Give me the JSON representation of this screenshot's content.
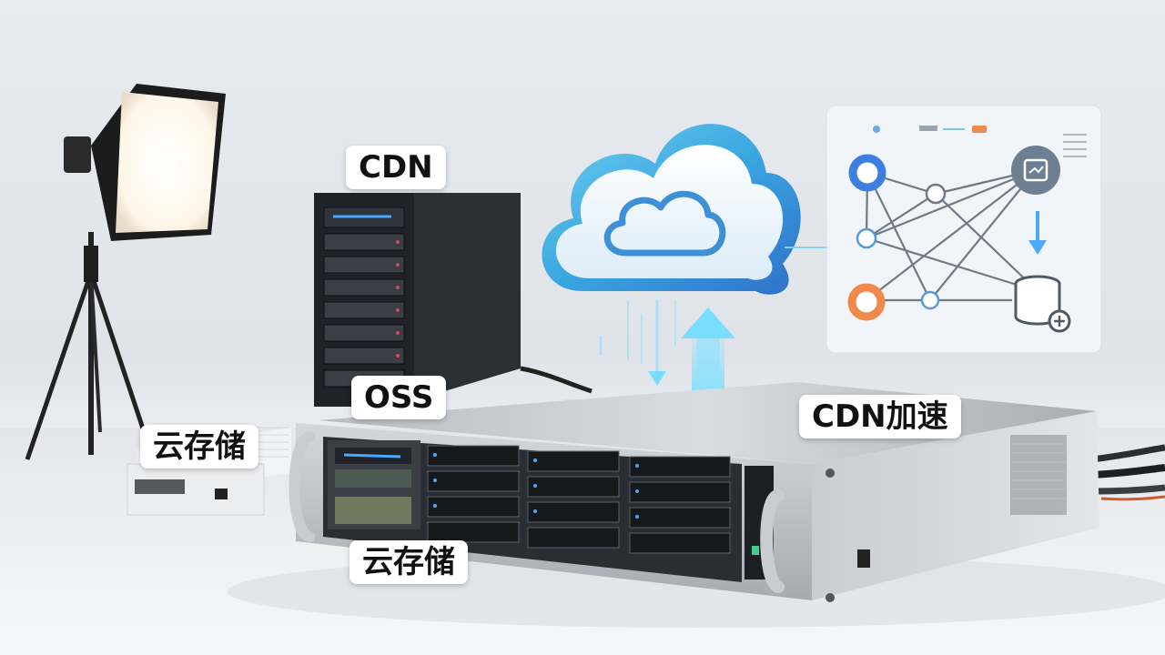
{
  "labels": {
    "cdn": "CDN",
    "oss": "OSS",
    "cdn_accel": "CDN加速",
    "cloud_storage_small": "云存储",
    "cloud_storage_bottom": "云存储"
  },
  "icons": [
    "cloud-icon",
    "softbox-light-icon",
    "server-tower-icon",
    "rack-server-icon",
    "database-icon",
    "network-diagram-icon"
  ],
  "colors": {
    "cloud_blue": "#3aa6e0",
    "node_blue": "#3d7fe0",
    "node_orange": "#f08a4b",
    "status_blue": "#4aa8ff"
  }
}
